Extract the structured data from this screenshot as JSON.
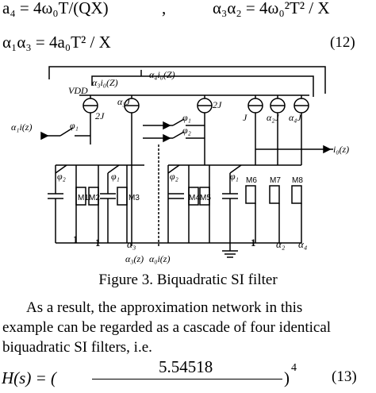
{
  "equations": {
    "a4": "a₄ = 4ω₀T/(QX)",
    "comma": ",",
    "a3a2": "α₃α₂ = 4ω₀²T² / X",
    "a1a3": "α₁α₃ = 4a₀T² / X",
    "number": "(12)"
  },
  "figure": {
    "caption": "Figure 3. Biquadratic SI filter",
    "labels": {
      "a3i0": "α₃i₀(Z)",
      "a4i0": "α₄i₀(Z)",
      "vdd": "VDD",
      "ai": "α₁i(z)",
      "phi1": "φ₁",
      "phi2": "φ₂",
      "twoJ": "2J",
      "twoJ_b": "2J",
      "a3J": "α₃J",
      "J": "J",
      "a2J": "α₂J",
      "a4J": "α₄J",
      "i0": "i₀(z)",
      "m1": "M1",
      "m2": "M2",
      "m3": "M3",
      "m4": "M4",
      "m5": "M5",
      "m6": "M6",
      "m7": "M7",
      "m8": "M8",
      "one": "1",
      "bottom_a3": "α₃",
      "bottom_a2": "α₂",
      "bottom_a4": "α₄",
      "bottom_a3z": "α₃(z)",
      "bottom_a0iz": "α₀i(z)"
    }
  },
  "paragraph": {
    "line1": "As a result, the approximation network in this",
    "line2": "example can be regarded as a cascade of four identical",
    "line3": "biquadratic SI filters, i.e."
  },
  "final_equation": {
    "lhs": "H(s) = (",
    "numerator": "5.54518",
    "exponent": "4",
    "number": "(13)"
  }
}
